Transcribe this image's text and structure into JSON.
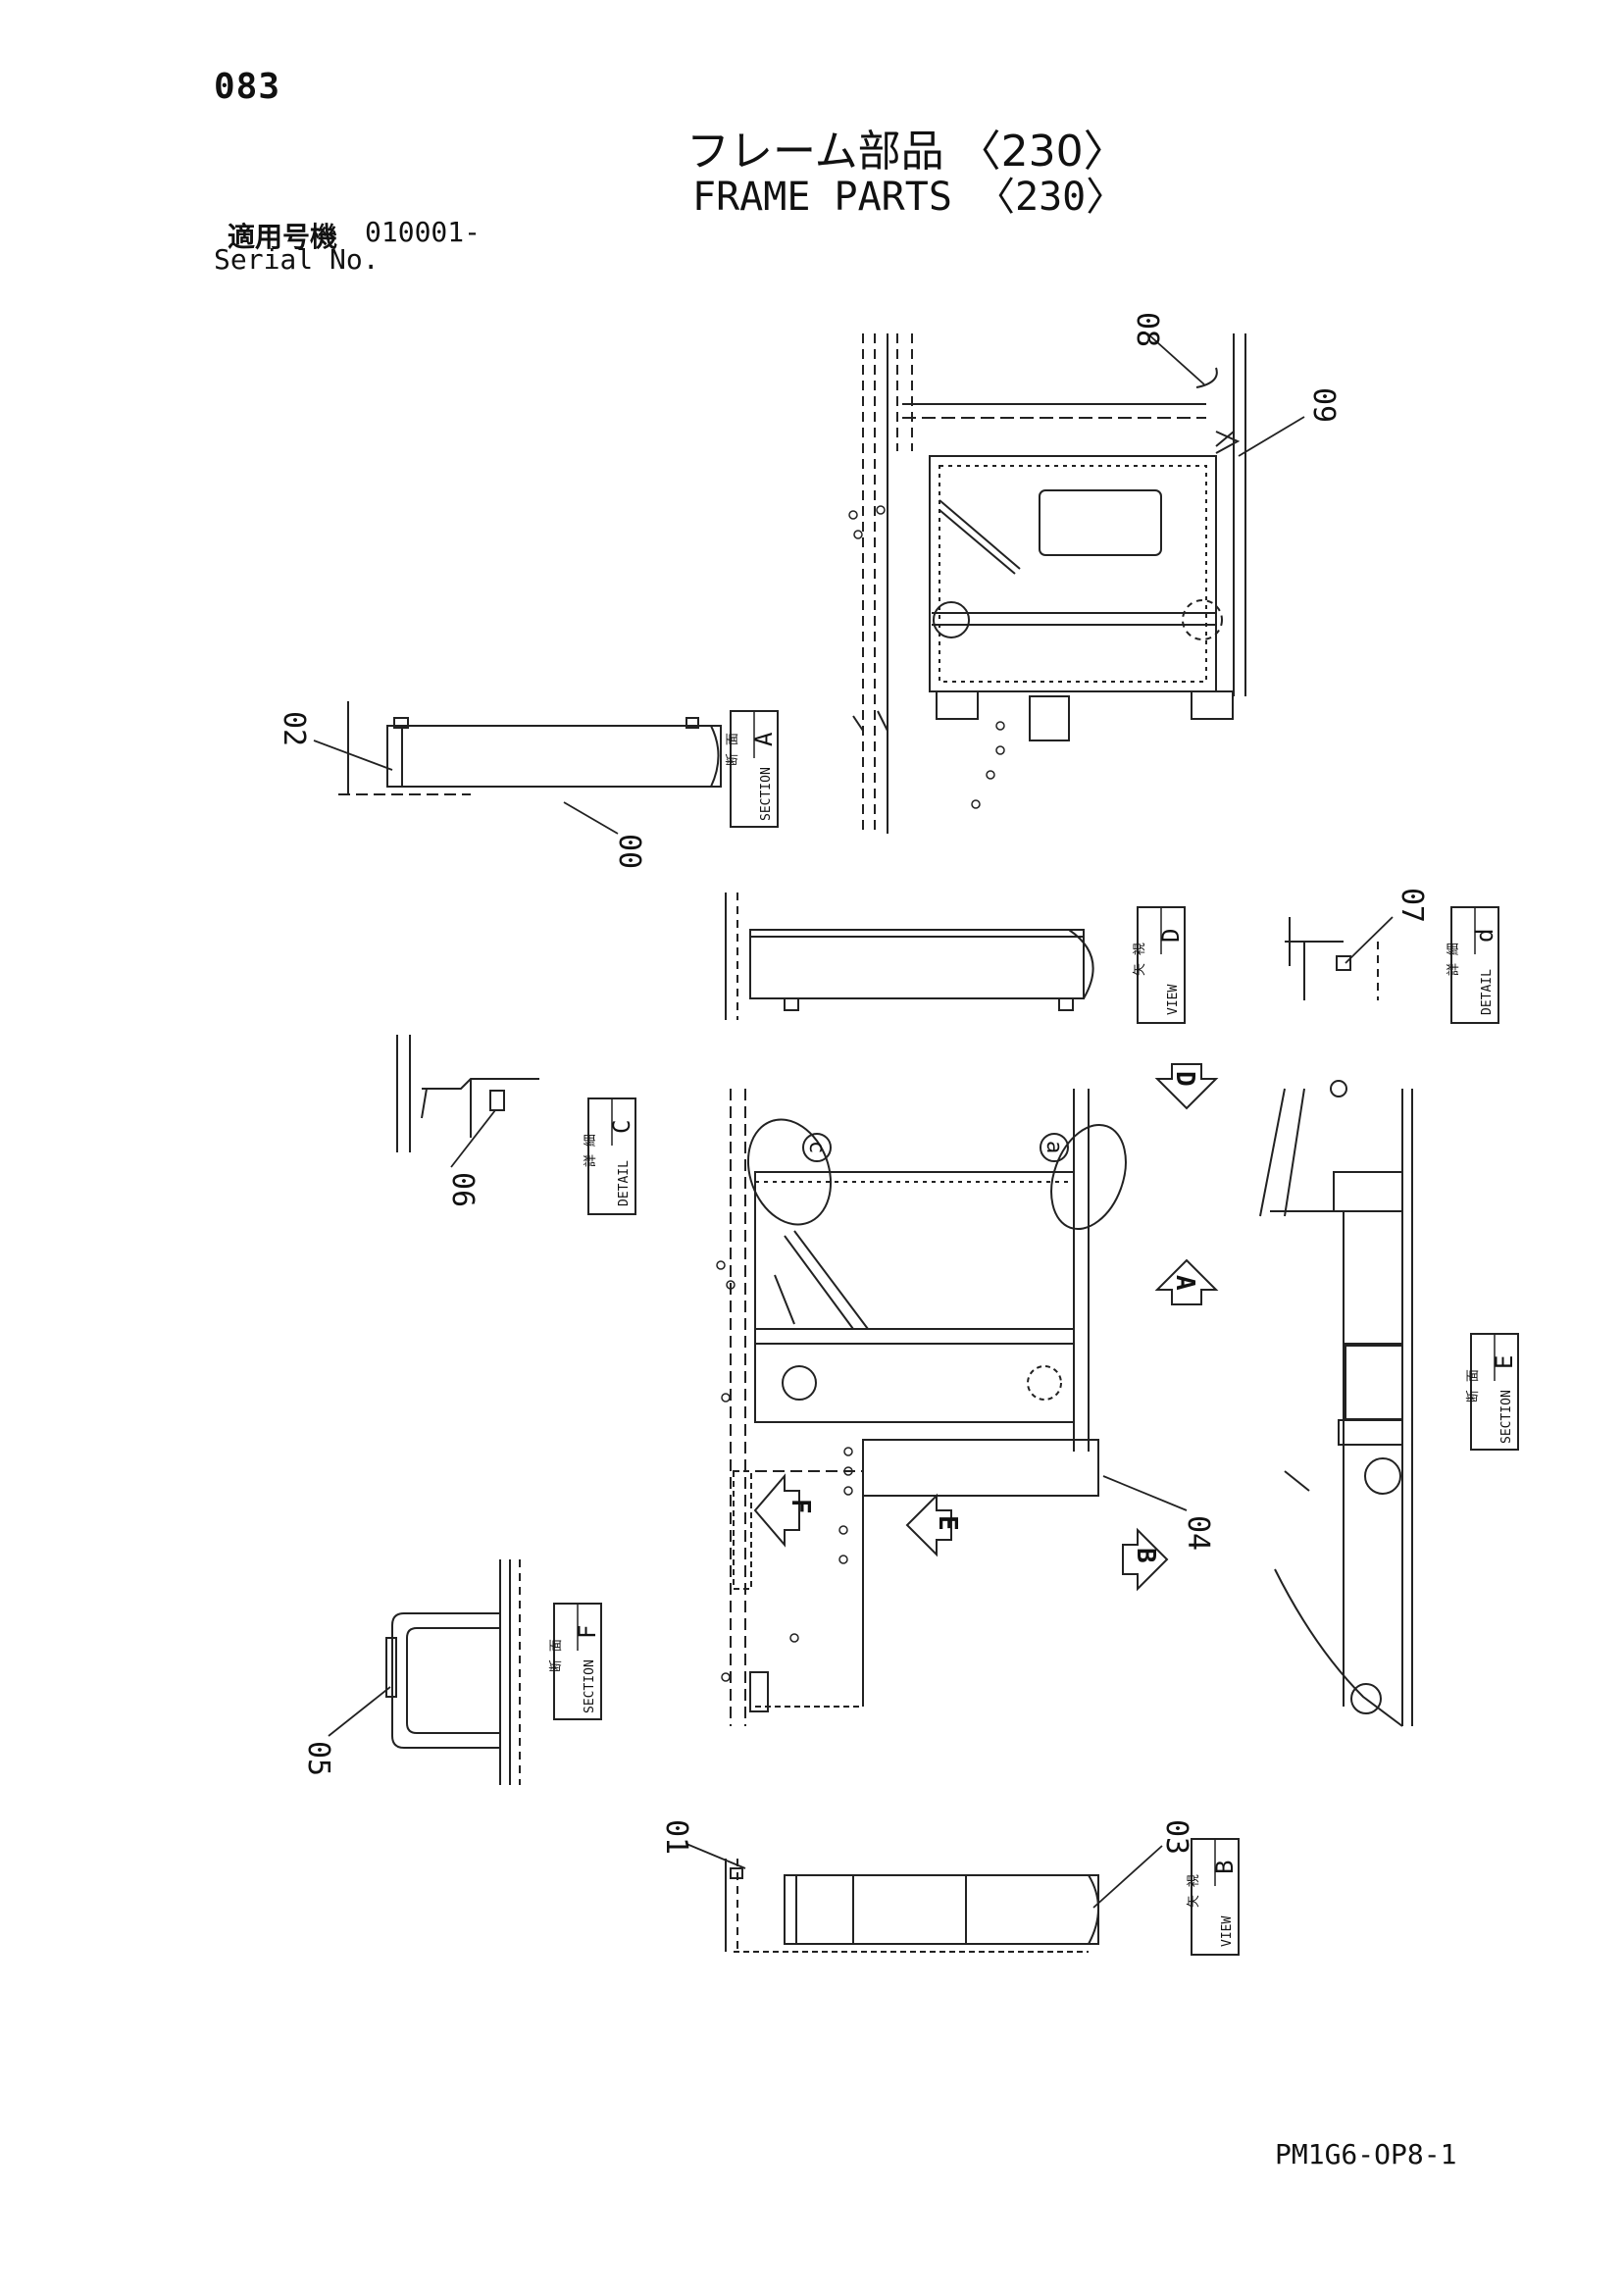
{
  "header": {
    "page_number": "083",
    "title_jp": "フレーム部品 〈230〉",
    "title_en": "FRAME PARTS 〈230〉",
    "serial_label_jp": "適用号機",
    "serial_value": "010001-",
    "serial_label_en": "Serial No."
  },
  "callouts": [
    {
      "id": "part-08",
      "label": "08"
    },
    {
      "id": "part-09",
      "label": "09"
    },
    {
      "id": "part-02",
      "label": "02"
    },
    {
      "id": "part-00",
      "label": "00"
    },
    {
      "id": "part-07",
      "label": "07"
    },
    {
      "id": "part-06",
      "label": "06"
    },
    {
      "id": "part-04",
      "label": "04"
    },
    {
      "id": "part-05",
      "label": "05"
    },
    {
      "id": "part-01",
      "label": "01"
    },
    {
      "id": "part-03",
      "label": "03"
    }
  ],
  "view_tags": [
    {
      "id": "section-a",
      "jp": "断 面",
      "en": "SECTION",
      "letter": "A"
    },
    {
      "id": "view-d",
      "jp": "矢 視",
      "en": "VIEW",
      "letter": "D"
    },
    {
      "id": "detail-d",
      "jp": "詳 細",
      "en": "DETAIL",
      "letter": "d"
    },
    {
      "id": "detail-c",
      "jp": "詳 細",
      "en": "DETAIL",
      "letter": "C"
    },
    {
      "id": "section-e",
      "jp": "断 面",
      "en": "SECTION",
      "letter": "E"
    },
    {
      "id": "section-f",
      "jp": "断 面",
      "en": "SECTION",
      "letter": "F"
    },
    {
      "id": "view-b",
      "jp": "矢 視",
      "en": "VIEW",
      "letter": "B"
    }
  ],
  "view_arrows": [
    {
      "id": "arrow-d",
      "letter": "D"
    },
    {
      "id": "arrow-a",
      "letter": "A"
    },
    {
      "id": "arrow-f",
      "letter": "F"
    },
    {
      "id": "arrow-e",
      "letter": "E"
    },
    {
      "id": "arrow-b",
      "letter": "B"
    }
  ],
  "detail_circles": [
    {
      "id": "circle-c",
      "letter": "c"
    },
    {
      "id": "circle-a",
      "letter": "a"
    }
  ],
  "footer": {
    "drawing_code": "PM1G6-OP8-1"
  }
}
